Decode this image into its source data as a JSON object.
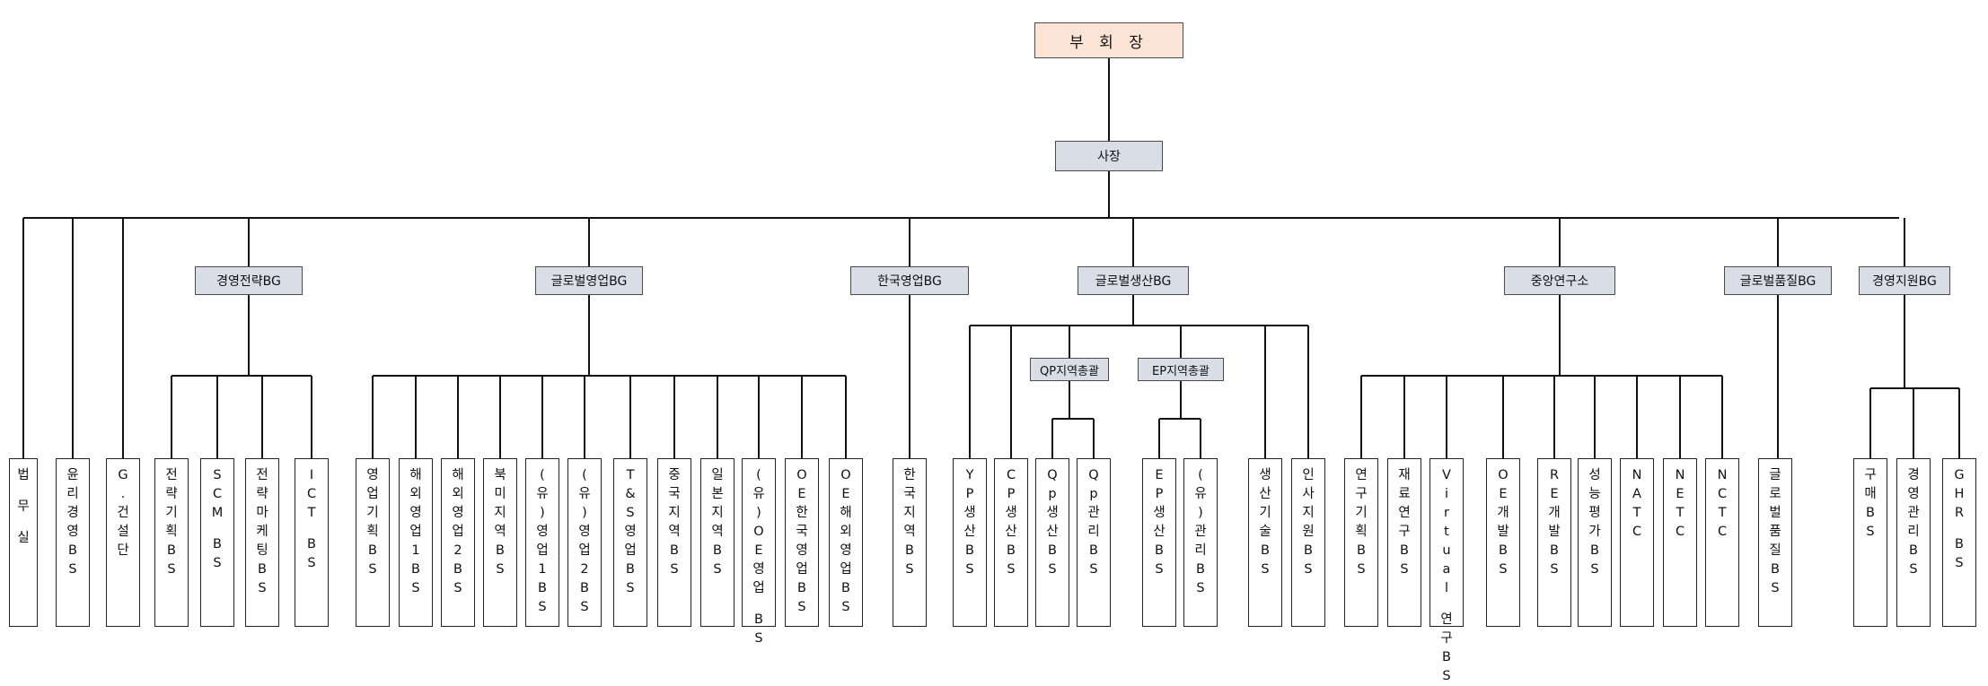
{
  "org": {
    "vice_chairman": "부 회 장",
    "president": "사장",
    "direct_units": [
      "법 무 실",
      "윤리경영BS",
      "G.건설단"
    ],
    "groups": [
      {
        "name": "경영전략BG",
        "units": [
          "전략기획BS",
          "SCM BS",
          "전략마케팅BS",
          "ICT BS"
        ]
      },
      {
        "name": "글로벌영업BG",
        "units": [
          "영업기획BS",
          "해외영업1BS",
          "해외영업2BS",
          "북미지역BS",
          "(유)영업1BS",
          "(유)영업2BS",
          "T&S영업BS",
          "중국지역BS",
          "일본지역BS",
          "(유)OE영업 BS",
          "OE한국영업BS",
          "OE해외영업BS"
        ]
      },
      {
        "name": "한국영업BG",
        "units": [
          "한국지역BS"
        ]
      },
      {
        "name": "글로벌생산BG",
        "units": [
          "YP생산BS",
          "CP생산BS",
          "생산기술BS",
          "인사지원BS"
        ],
        "sub_groups": [
          {
            "name": "QP지역총괄",
            "units": [
              "Qp생산BS",
              "Qp관리BS"
            ]
          },
          {
            "name": "EP지역총괄",
            "units": [
              "EP생산BS",
              "(유)관리BS"
            ]
          }
        ]
      },
      {
        "name": "중앙연구소",
        "units": [
          "연구기획BS",
          "재료연구BS",
          "Virtual 연구BS",
          "OE개발BS",
          "RE개발BS",
          "성능평가BS",
          "NATC",
          "NETC",
          "NCTC"
        ]
      },
      {
        "name": "글로벌품질BG",
        "units": [
          "글로벌품질BS"
        ]
      },
      {
        "name": "경영지원BG",
        "units": [
          "구매BS",
          "경영관리BS",
          "GHR BS"
        ]
      }
    ]
  }
}
